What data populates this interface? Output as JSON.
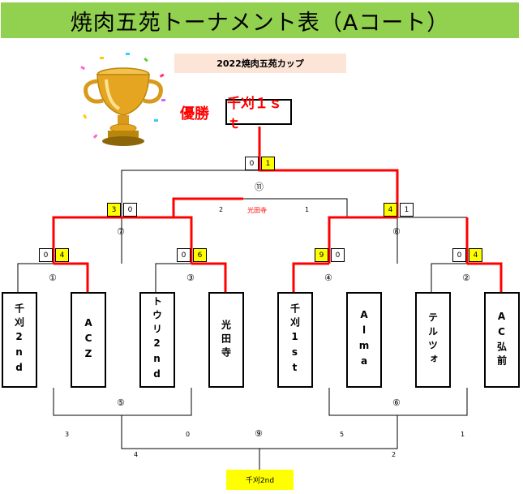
{
  "title": "焼肉五苑トーナメント表（Aコート）",
  "subtitle": "2022焼肉五苑カップ",
  "champion_label": "優勝",
  "champion": "千刈１ｓｔ",
  "teams": [
    "千刈2nd",
    "ACZ",
    "トウリ2nd",
    "光田寺",
    "千刈1st",
    "Alma",
    "テルツォ",
    "AC弘前"
  ],
  "matches": {
    "m1": {
      "label": "①",
      "left_score": "0",
      "right_score": "4"
    },
    "m2": {
      "label": "②",
      "left_score": "0",
      "right_score": "4"
    },
    "m3": {
      "label": "③",
      "left_score": "0",
      "right_score": "6"
    },
    "m4": {
      "label": "④",
      "left_score": "9",
      "right_score": "0"
    },
    "m5": {
      "label": "⑤",
      "left_score": "3",
      "right_score": "0"
    },
    "m6": {
      "label": "⑥",
      "left_score": "5",
      "right_score": "1"
    },
    "m7": {
      "label": "⑦",
      "left_score": "3",
      "right_score": "0"
    },
    "m8": {
      "label": "⑧",
      "left_score": "4",
      "right_score": "1"
    },
    "m9": {
      "label": "⑨",
      "left_score": "4",
      "right_score": "2"
    },
    "m11": {
      "label": "⑪",
      "left_score": "0",
      "right_score": "1"
    },
    "sf_between": {
      "left_score": "2",
      "winner_note": "光田寺",
      "right_score": "1"
    }
  },
  "third_place": "千刈2nd",
  "colors": {
    "title_bg": "#92d050",
    "winner_line": "#ff0000",
    "highlight": "#ffff00",
    "subtitle_bg": "#fce4d6"
  }
}
